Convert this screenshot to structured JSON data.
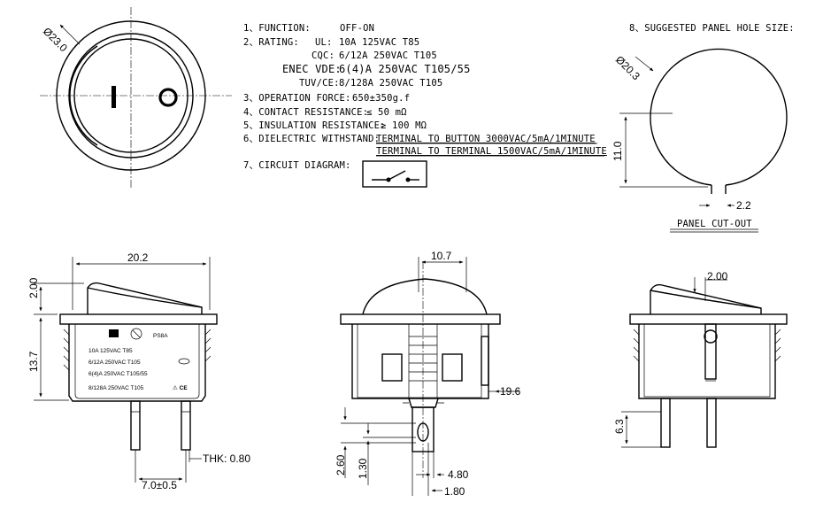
{
  "spec": {
    "function": {
      "num": "1、",
      "label": "FUNCTION:",
      "value": "OFF-ON"
    },
    "rating": {
      "num": "2、",
      "label": "RATING:",
      "rows": [
        {
          "cert": "UL:",
          "value": "10A 125VAC T85"
        },
        {
          "cert": "CQC:",
          "value": "6/12A 250VAC T105"
        },
        {
          "cert": "ENEC VDE:",
          "value": "6(4)A 250VAC T105/55"
        },
        {
          "cert": "TUV/CE:",
          "value": "8/128A  250VAC  T105"
        }
      ]
    },
    "operation_force": {
      "num": "3、",
      "label": "OPERATION FORCE:",
      "value": "650±350g.f"
    },
    "contact_resistance": {
      "num": "4、",
      "label": "CONTACT RESISTANCE:",
      "value": "≤ 50 mΩ"
    },
    "insulation_resistance": {
      "num": "5、",
      "label": "INSULATION RESISTANCE:",
      "value": "≥ 100 MΩ"
    },
    "dielectric": {
      "num": "6、",
      "label": "DIELECTRIC WITHSTAND:",
      "line1": "TERMINAL TO BUTTON 3000VAC/5mA/1MINUTE",
      "line2": "TERMINAL TO TERMINAL 1500VAC/5mA/1MINUTE"
    },
    "circuit": {
      "num": "7、",
      "label": "CIRCUIT DIAGRAM:"
    },
    "panel_hole": {
      "num": "8、",
      "label": "SUGGESTED PANEL HOLE SIZE:"
    }
  },
  "dimensions": {
    "outer_diameter": "Ø23.0",
    "hole_diameter": "Ø20.3",
    "hole_flat": "11.0",
    "notch_width": "2.2",
    "panel_cutout": "PANEL CUT-OUT",
    "width": "20.2",
    "height_top": "2.00",
    "height_total": "13.7",
    "thickness": "THK: 0.80",
    "pin_spacing": "7.0±0.5",
    "front_width": "10.7",
    "panel_range": "19.6",
    "pin_a": "2.60",
    "pin_b": "1.30",
    "pin_c": "4.80",
    "pin_d": "1.80",
    "side_top": "2.00",
    "side_pin": "6.3"
  },
  "label_plate": {
    "brand": "PS8A",
    "line1": "10A 125VAC T85",
    "line2": "6/12A  250VAC    T105",
    "line3": "6(4)A 250VAC T105/55",
    "line4": "8/128A 250VAC T105"
  }
}
